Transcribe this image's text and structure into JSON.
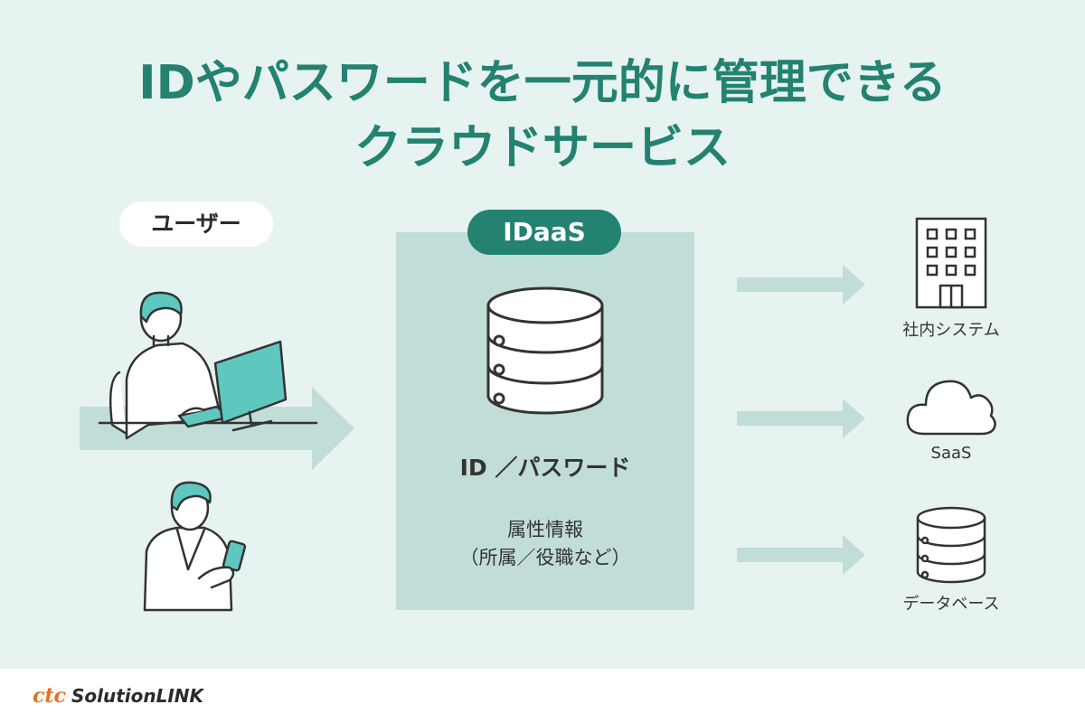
{
  "title": {
    "line1": "IDやパスワードを一元的に管理できる",
    "line2": "クラウドサービス"
  },
  "user_label": "ユーザー",
  "idaas": {
    "label": "IDaaS",
    "id_password": "ID ／パスワード",
    "attributes_line1": "属性情報",
    "attributes_line2": "（所属／役職など）"
  },
  "targets": [
    {
      "label": "社内システム",
      "icon": "building-icon"
    },
    {
      "label": "SaaS",
      "icon": "cloud-icon"
    },
    {
      "label": "データベース",
      "icon": "database-icon"
    }
  ],
  "footer": {
    "logo_ctc": "ctc",
    "logo_brand": "SolutionLINK"
  },
  "colors": {
    "title_teal": "#238270",
    "background": "#e7f3f1",
    "panel": "#c1ddd7",
    "arrow": "#c1ddd7",
    "accent_teal": "#5ec7bf",
    "logo_orange": "#e86f1e"
  }
}
